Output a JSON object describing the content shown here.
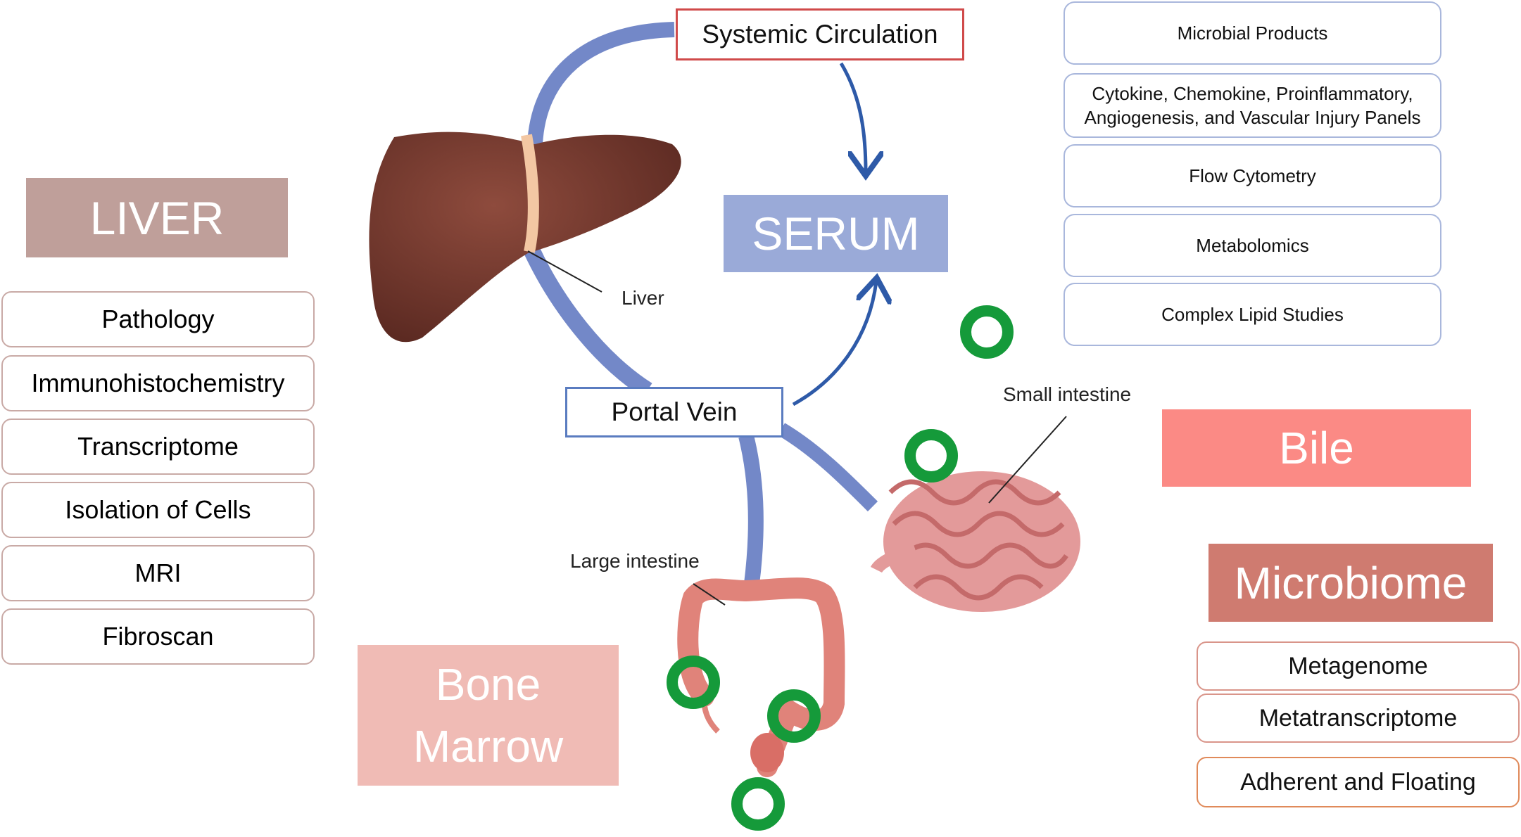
{
  "headers": {
    "liver": "LIVER",
    "serum": "SERUM",
    "bile": "Bile",
    "microbiome": "Microbiome",
    "bone_marrow_line1": "Bone",
    "bone_marrow_line2": "Marrow"
  },
  "flow_labels": {
    "systemic_circulation": "Systemic Circulation",
    "portal_vein": "Portal Vein"
  },
  "organ_labels": {
    "liver": "Liver",
    "small_intestine": "Small intestine",
    "large_intestine": "Large intestine"
  },
  "liver_assays": [
    "Pathology",
    "Immunohistochemistry",
    "Transcriptome",
    "Isolation of Cells",
    "MRI",
    "Fibroscan"
  ],
  "serum_assays": [
    "Microbial Products",
    "Cytokine, Chemokine, Proinflammatory, Angiogenesis, and Vascular Injury Panels",
    "Flow Cytometry",
    "Metabolomics",
    "Complex Lipid Studies"
  ],
  "microbiome_assays": [
    "Metagenome",
    "Metatranscriptome",
    "Adherent and Floating"
  ],
  "colors": {
    "liver_header": "#bf9f9a",
    "serum_header": "#9aaad8",
    "bile_header": "#fb8a85",
    "microbiome_header": "#cf7b70",
    "bone_marrow_header": "#f0bbb5",
    "vessel": "#7388c8",
    "arrow": "#2e5aa8",
    "sample_ring": "#159a3a",
    "systemic_border": "#d04a4a"
  }
}
